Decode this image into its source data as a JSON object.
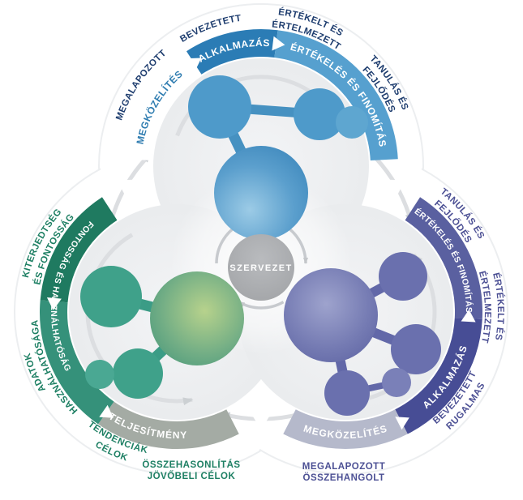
{
  "diagram": {
    "center_label": "SZERVEZET",
    "colors": {
      "navy_text": "#1d3c6e",
      "green_text": "#1d7f63",
      "purple_text": "#4c5094",
      "band_white": "#ffffff",
      "blue_band": "#2b7cb5",
      "blue_band_light": "#56a0cf",
      "green_band_dark": "#1f7a60",
      "green_band": "#35917a",
      "sage_band": "#a4aba4",
      "purple_band": "#5a60a0",
      "purple_band_dark": "#474d95",
      "lavender_band": "#b5b9cb",
      "blue_circle": "#4e9aca",
      "green_circle": "#3fa18a",
      "purple_circle": "#6a70ae",
      "center_circle": "#a7a9ac"
    },
    "top_lobe": {
      "band": {
        "megkozelites": "MEGKÖZELÍTÉS",
        "alkalmazas": "ALKALMAZÁS",
        "ertekeles": "ÉRTÉKELÉS ÉS FINOMÍTÁS"
      },
      "outer": {
        "megalapozott": "MEGALAPOZOTT",
        "bevezetett": "BEVEZETETT",
        "ertekelt_1": "ÉRTÉKELT ÉS",
        "ertekelt_2": "ÉRTELMEZETT",
        "tanulas_1": "TANULÁS ÉS",
        "tanulas_2": "FEJLŐDÉS"
      }
    },
    "right_lobe": {
      "band": {
        "ertekeles": "ÉRTÉKELÉS ÉS FINOMÍTÁS",
        "alkalmazas": "ALKALMAZÁS",
        "megkozelites": "MEGKÖZELÍTÉS"
      },
      "outer": {
        "tanulas_1": "TANULÁS ÉS",
        "tanulas_2": "FEJLŐDÉS",
        "ertekelt_1": "ÉRTÉKELT ÉS",
        "ertekelt_2": "ÉRTELMEZETT",
        "bevezetett": "BEVEZETETT",
        "rugalmas": "RUGALMAS",
        "megalapozott": "MEGALAPOZOTT",
        "osszehangolt": "ÖSSZEHANGOLT"
      }
    },
    "left_lobe": {
      "band": {
        "fontossag": "FONTOSSÁG ÉS HASZNÁLHATÓSÁG",
        "teljesitmeny": "TELJESÍTMÉNY"
      },
      "outer": {
        "kiterjedtseg_1": "KITERJEDTSÉG",
        "kiterjedtseg_2": "ÉS FONTOSSÁG",
        "adatok_1": "ADATOK",
        "adatok_2": "HASZNÁLHATÓSÁGA",
        "tendenciak_1": "TENDENCIÁK",
        "tendenciak_2": "CÉLOK",
        "osszehasonlitas_1": "ÖSSZEHASONLÍTÁS",
        "osszehasonlitas_2": "JÖVŐBELI CÉLOK"
      }
    }
  }
}
